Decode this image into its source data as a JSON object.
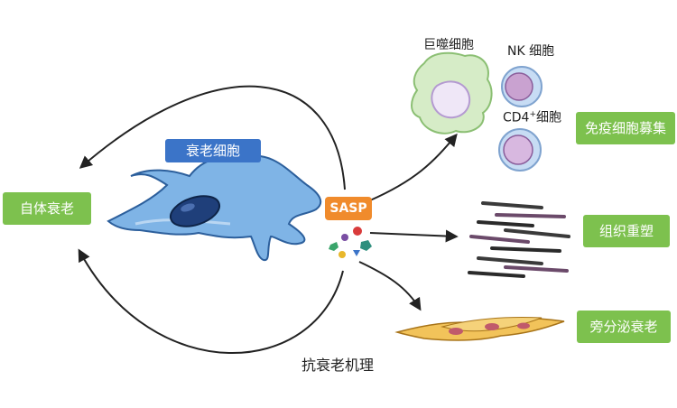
{
  "colors": {
    "green_box": "#7dc14e",
    "blue_box": "#3b74c8",
    "orange_box": "#f08b2c",
    "arrow": "#222222"
  },
  "nodes": {
    "senescent_cell": "衰老细胞",
    "self_senescence": "自体衰老",
    "sasp": "SASP",
    "macrophage": "巨噬细胞",
    "nk_cell": "NK 细胞",
    "cd4_prefix": "CD4",
    "cd4_sup": "+",
    "cd4_suffix": "细胞",
    "immune_recruitment": "免疫细胞募集",
    "tissue_remodeling": "组织重塑",
    "paracrine_senescence": "旁分泌衰老",
    "anti_aging_mechanism": "抗衰老机理"
  }
}
